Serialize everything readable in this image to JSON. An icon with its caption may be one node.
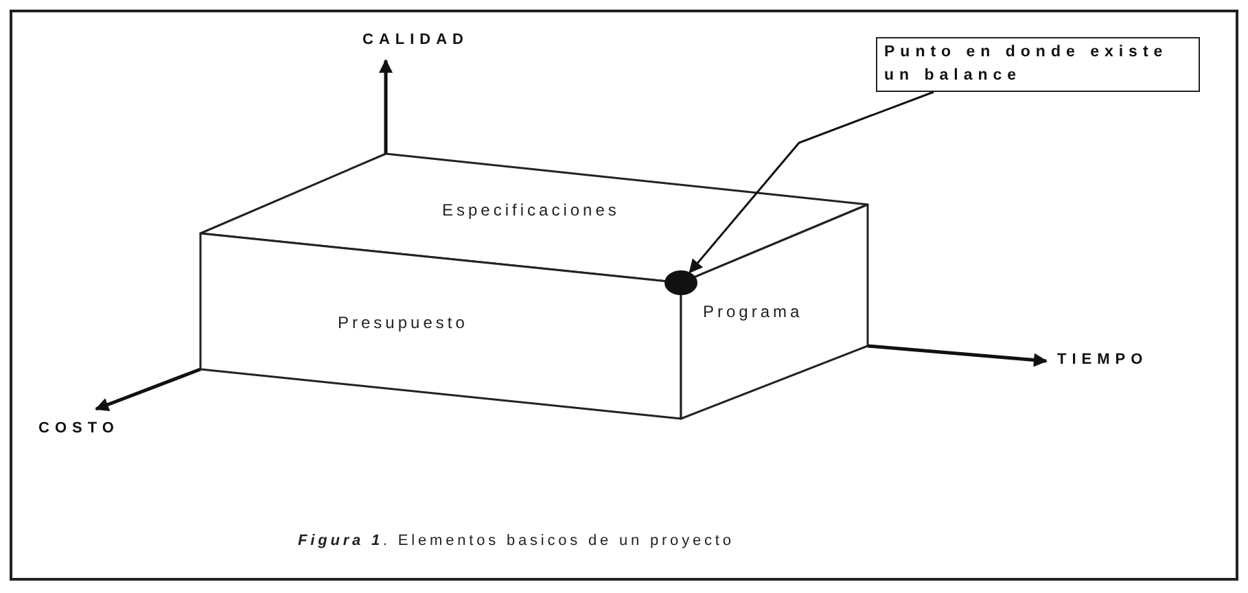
{
  "diagram": {
    "caption": "**Figura 1**. Elementos basicos de un proyecto",
    "nodes": [
      {
        "text": [
          "Punto en donde existe un balance"
        ]
      },
      {
        "text": [
          "Especificaciones"
        ]
      },
      {
        "text": [
          "Presupuesto"
        ]
      },
      {
        "text": [
          "Programa"
        ]
      },
      {
        "text": [],
        "shape": "circle"
      }
    ],
    "edges": [
      {
        "from": 0,
        "to": 4,
        "arrow": "to"
      }
    ],
    "labels": [
      "CALIDAD",
      "TIEMPO",
      "COSTO"
    ]
  }
}
